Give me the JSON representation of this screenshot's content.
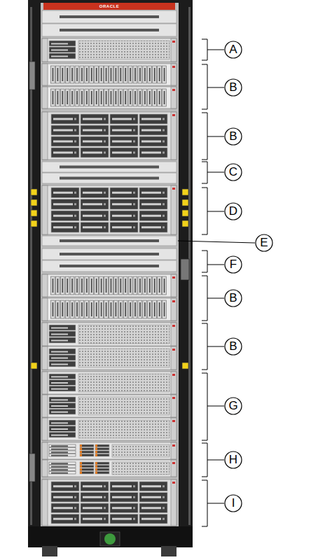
{
  "diagram": {
    "labels": [
      "ORACLE",
      "A",
      "B",
      "B",
      "C",
      "D",
      "E",
      "F",
      "B",
      "B",
      "G",
      "H",
      "I"
    ]
  }
}
